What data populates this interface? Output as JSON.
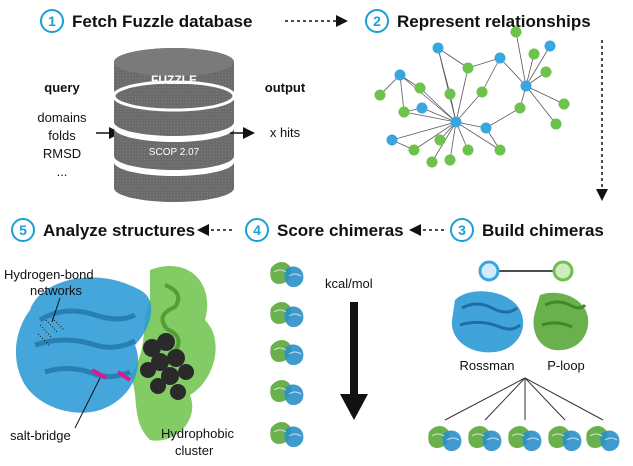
{
  "steps": [
    {
      "num": "1",
      "title": "Fetch Fuzzle database"
    },
    {
      "num": "2",
      "title": "Represent relationships"
    },
    {
      "num": "3",
      "title": "Build chimeras"
    },
    {
      "num": "4",
      "title": "Score chimeras"
    },
    {
      "num": "5",
      "title": "Analyze structures"
    }
  ],
  "fetch": {
    "query_heading": "query",
    "query_items": [
      "domains",
      "folds",
      "RMSD",
      "..."
    ],
    "db_name": "FUZZLE",
    "db_version": "SCOP 2.07",
    "output_heading": "output",
    "output_value": "x hits"
  },
  "score": {
    "unit": "kcal/mol"
  },
  "build": {
    "left_fold": "Rossman",
    "right_fold": "P-loop"
  },
  "analyze": {
    "hbond_label_line1": "Hydrogen-bond",
    "hbond_label_line2": "networks",
    "saltbridge_label": "salt-bridge",
    "hydrophobic_label_line1": "Hydrophobic",
    "hydrophobic_label_line2": "cluster"
  },
  "colors": {
    "accent_blue": "#1a9fd6",
    "node_blue": "#3aa6e0",
    "node_green": "#6cc24a",
    "protein_blue": "#2b8fc9",
    "protein_green": "#5aa83a",
    "db_gray": "#6b6b6b"
  }
}
